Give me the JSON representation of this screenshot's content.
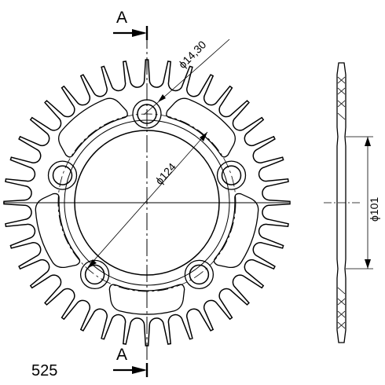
{
  "section_label_top": "A",
  "section_label_bottom": "A",
  "dim_hole_diameter": "ϕ14,30",
  "dim_bolt_circle": "ϕ124",
  "dim_side_diameter": "ϕ101",
  "chain_size": "525",
  "colors": {
    "line": "#000000",
    "background": "#ffffff"
  }
}
